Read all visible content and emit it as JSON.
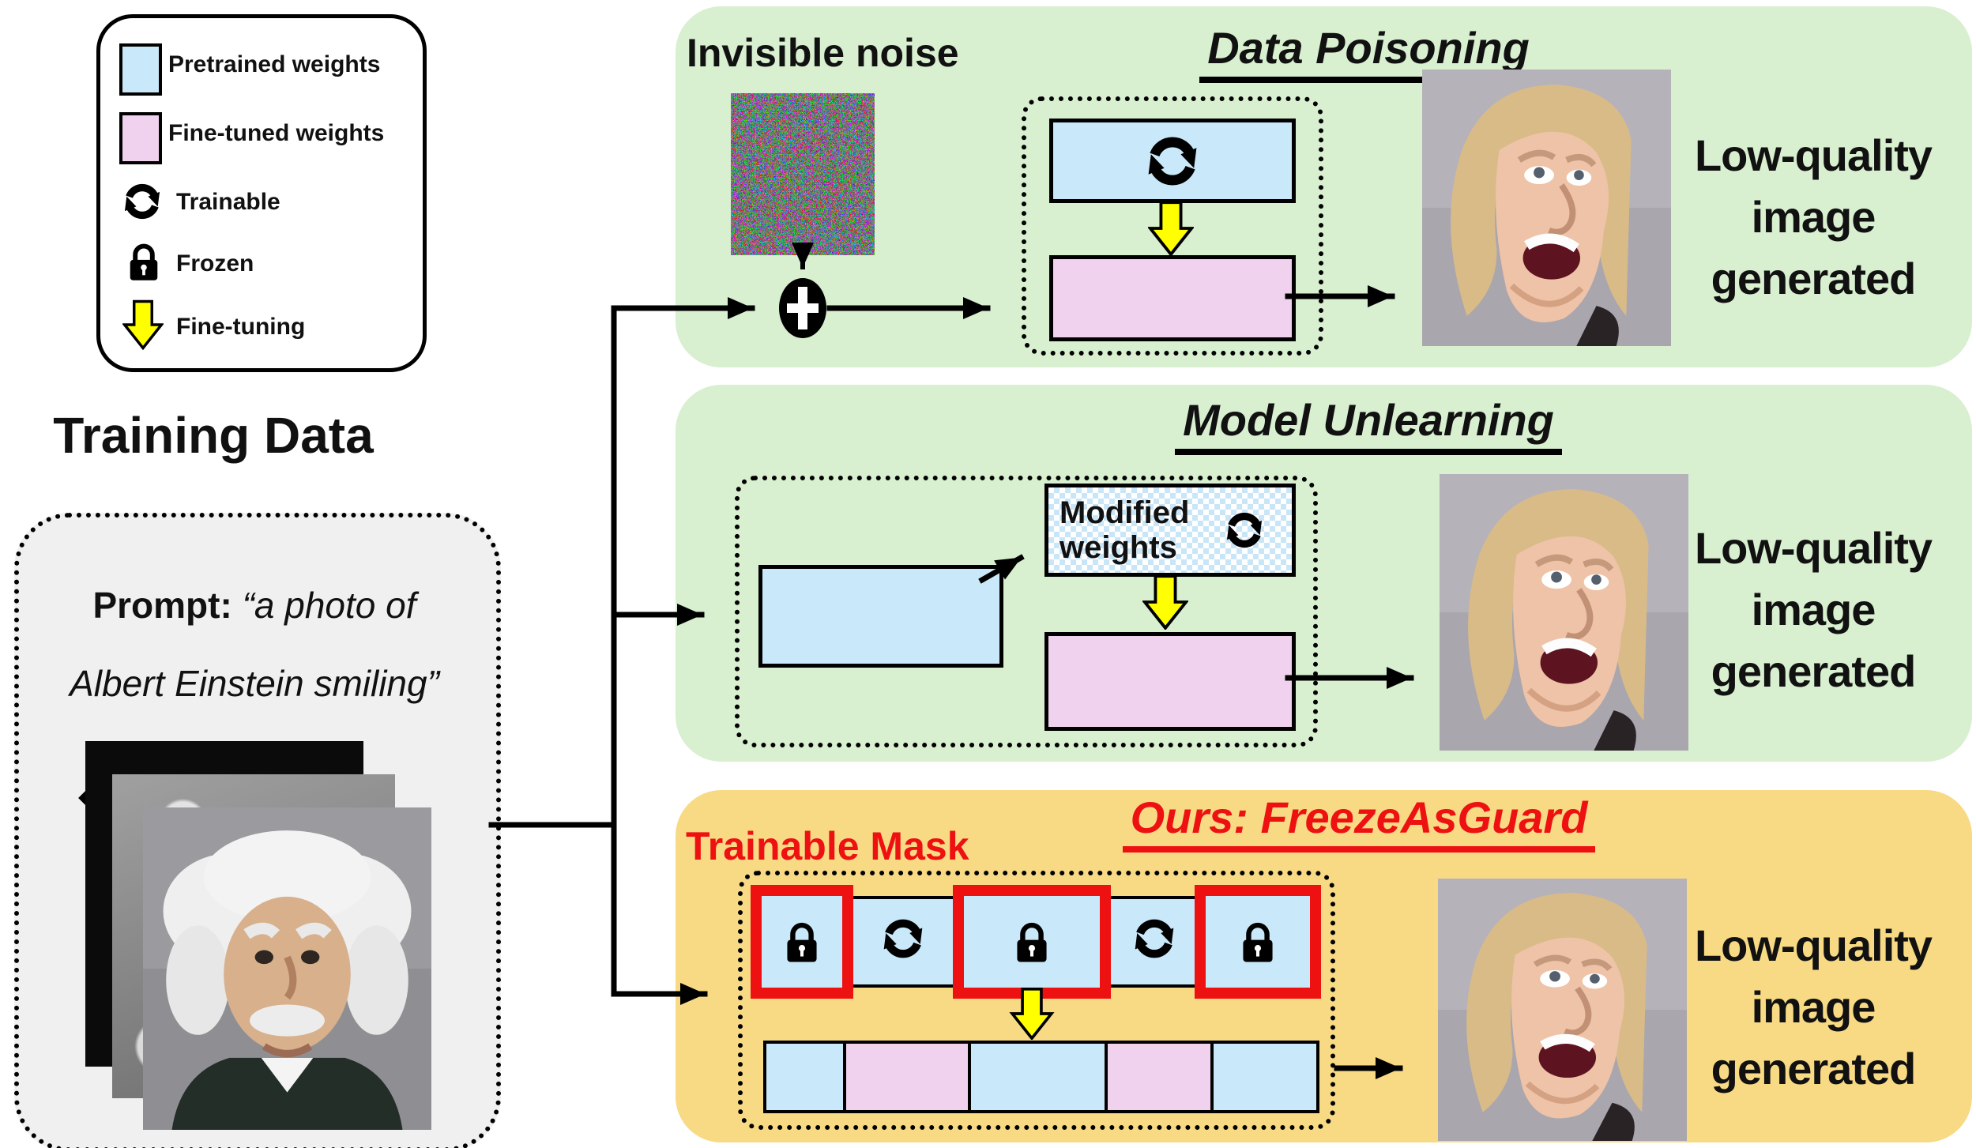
{
  "legend": {
    "items": [
      {
        "icon": "pretrained-swatch",
        "label": "Pretrained weights"
      },
      {
        "icon": "finetuned-swatch",
        "label": "Fine-tuned weights"
      },
      {
        "icon": "trainable-sync-icon",
        "label": "Trainable"
      },
      {
        "icon": "frozen-lock-icon",
        "label": "Frozen"
      },
      {
        "icon": "finetuning-arrow-icon",
        "label": "Fine-tuning"
      }
    ]
  },
  "training_data": {
    "title": "Training Data",
    "prompt_label": "Prompt:",
    "prompt_text": "“a photo of Albert Einstein smiling”"
  },
  "panels": {
    "data_poisoning": {
      "title": "Data Poisoning",
      "noise_label": "Invisible noise",
      "result": "Low-quality image generated"
    },
    "model_unlearning": {
      "title": "Model Unlearning",
      "modified_weights_label": "Modified weights",
      "result": "Low-quality image generated"
    },
    "freezeasguard": {
      "title": "Ours: FreezeAsGuard",
      "mask_label": "Trainable Mask",
      "result": "Low-quality image generated"
    }
  },
  "colors": {
    "panel_green": "#d8efd0",
    "panel_yellow": "#f8da85",
    "pretrained_blue": "#c9e8f9",
    "finetuned_pink": "#f1d2ee",
    "accent_red": "#ee1111",
    "finetune_arrow_yellow": "#ffff00",
    "training_box_gray": "#f0f0f0"
  }
}
